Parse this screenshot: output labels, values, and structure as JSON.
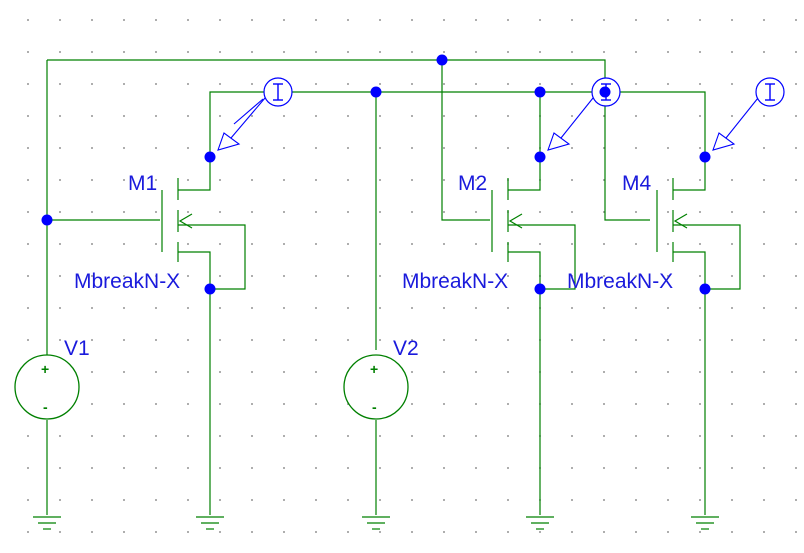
{
  "components": {
    "m1": {
      "name": "M1",
      "model": "MbreakN-X"
    },
    "m2": {
      "name": "M2",
      "model": "MbreakN-X"
    },
    "m4": {
      "name": "M4",
      "model": "MbreakN-X"
    },
    "v1": {
      "name": "V1",
      "plus": "+",
      "minus": "-"
    },
    "v2": {
      "name": "V2",
      "plus": "+",
      "minus": "-"
    }
  },
  "colors": {
    "wire": "#008000",
    "part_label": "#1a1adc",
    "junction": "#0000ff",
    "probe": "#0000ff",
    "grid_dot": "#9a9a9a",
    "background": "#ffffff"
  },
  "icons": {
    "current_probe": "current-probe-icon",
    "ground": "ground-icon",
    "voltage_source": "voltage-source-icon",
    "nmos": "nmos-transistor-icon"
  }
}
